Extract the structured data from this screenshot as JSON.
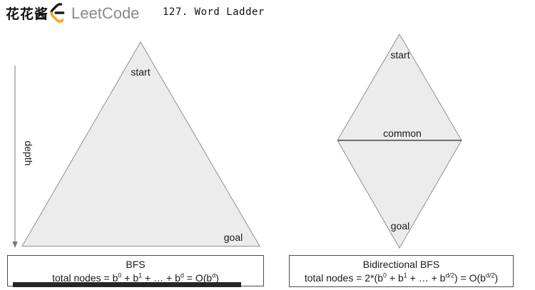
{
  "header": {
    "brand": "花花酱",
    "wordmark": "LeetCode",
    "title": "127. Word Ladder"
  },
  "colors": {
    "background": "#ffffff",
    "shape_fill": "#ececec",
    "shape_stroke": "#8f8f8f",
    "common_line": "#6e6e6e",
    "box_border": "#4d4d4d",
    "text": "#1a1a1a",
    "wordmark_gray": "#8a8a8a",
    "logo_orange": "#ffa116",
    "logo_black": "#1a1a1a",
    "underline_bar": "#262626"
  },
  "bfs_diagram": {
    "depth_label": "depth",
    "start_label": "start",
    "goal_label": "goal"
  },
  "bidirectional_diagram": {
    "start_label": "start",
    "common_label": "common",
    "goal_label": "goal"
  },
  "bfs_box": {
    "title": "BFS",
    "formula": [
      {
        "t": "total nodes = b"
      },
      {
        "t": "0",
        "sup": true
      },
      {
        "t": " + b"
      },
      {
        "t": "1",
        "sup": true
      },
      {
        "t": " + … + b"
      },
      {
        "t": "d",
        "sup": true
      },
      {
        "t": " = O(b"
      },
      {
        "t": "d",
        "sup": true
      },
      {
        "t": ")"
      }
    ]
  },
  "bidirectional_box": {
    "title": "Bidirectional BFS",
    "formula": [
      {
        "t": "total nodes = 2*(b"
      },
      {
        "t": "0",
        "sup": true
      },
      {
        "t": " + b"
      },
      {
        "t": "1",
        "sup": true
      },
      {
        "t": " + … + b"
      },
      {
        "t": "d/2",
        "sup": true
      },
      {
        "t": ") = O(b"
      },
      {
        "t": "d/2",
        "sup": true
      },
      {
        "t": ")"
      }
    ]
  }
}
